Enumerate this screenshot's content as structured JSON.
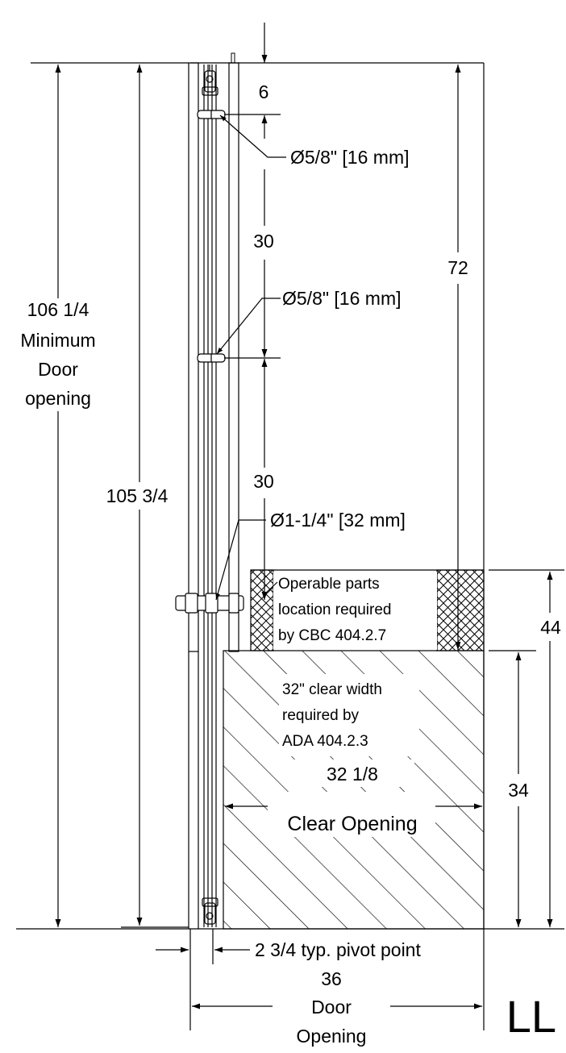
{
  "drawing": {
    "dimensions": {
      "min_opening_value": "106 1/4",
      "min_opening_line1": "Minimum",
      "min_opening_line2": "Door",
      "min_opening_line3": "opening",
      "door_height": "105 3/4",
      "top_offset": "6",
      "upper_pin_spacing": "30",
      "lower_pin_spacing": "30",
      "bolt_height": "72",
      "operable_top": "44",
      "operable_bottom": "34",
      "pivot_point": "2 3/4 typ. pivot point",
      "door_width_value": "36",
      "door_width_line1": "Door",
      "door_width_line2": "Opening"
    },
    "callouts": {
      "pin_top": "Ø5/8\" [16 mm]",
      "pin_middle": "Ø5/8\" [16 mm]",
      "handle": "Ø1-1/4\" [32 mm]"
    },
    "notes": {
      "operable_line1": "Operable parts",
      "operable_line2": "location  required",
      "operable_line3": "by CBC 404.2.7",
      "ada_line1": "32\" clear width",
      "ada_line2": "required by",
      "ada_line3": "ADA 404.2.3",
      "clear_value": "32 1/8",
      "clear_label": "Clear Opening"
    },
    "model_code": "LL"
  }
}
